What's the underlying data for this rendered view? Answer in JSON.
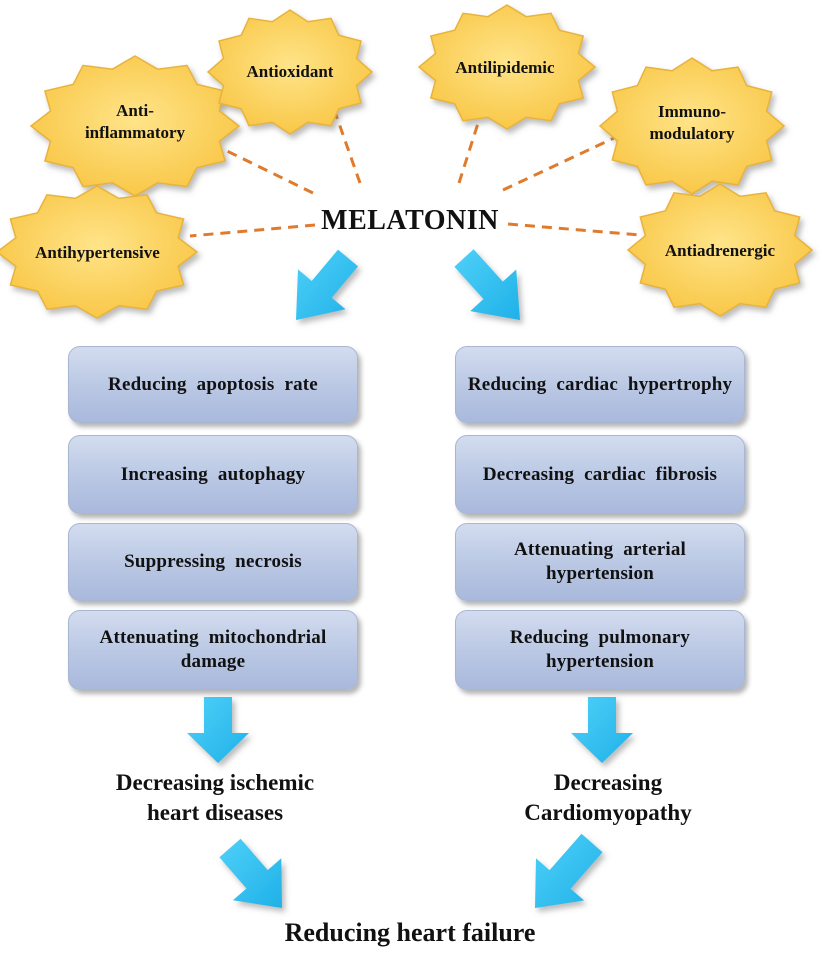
{
  "center": {
    "label": "MELATONIN"
  },
  "properties": [
    {
      "id": "anti-inflammatory",
      "lines": [
        "Anti-",
        "inflammatory"
      ]
    },
    {
      "id": "antioxidant",
      "lines": [
        "Antioxidant"
      ]
    },
    {
      "id": "antilipidemic",
      "lines": [
        "Antilipidemic"
      ]
    },
    {
      "id": "immunomodulatory",
      "lines": [
        "Immuno-",
        "modulatory"
      ]
    },
    {
      "id": "antihypertensive",
      "lines": [
        "Antihypertensive"
      ]
    },
    {
      "id": "antiadrenergic",
      "lines": [
        "Antiadrenergic"
      ]
    }
  ],
  "left_column": {
    "items": [
      "Reducing apoptosis rate",
      "Increasing autophagy",
      "Suppressing necrosis",
      "Attenuating mitochondrial damage"
    ],
    "outcome": [
      "Decreasing ischemic",
      "heart diseases"
    ]
  },
  "right_column": {
    "items": [
      "Reducing cardiac hypertrophy",
      "Decreasing cardiac fibrosis",
      "Attenuating arterial hypertension",
      "Reducing pulmonary hypertension"
    ],
    "outcome": [
      "Decreasing",
      "Cardiomyopathy"
    ]
  },
  "final_outcome": "Reducing heart failure",
  "colors": {
    "star_fill": "#fbd15c",
    "star_stroke": "#e8b33a",
    "connector": "#e07a2c",
    "arrow": "#33c2f0",
    "box_fill": "#bcc9e6"
  }
}
